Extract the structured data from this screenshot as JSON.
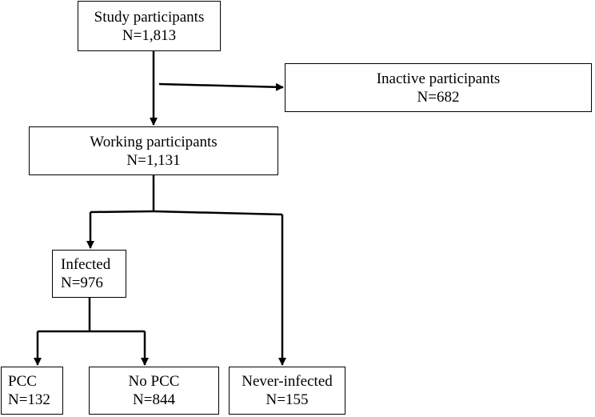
{
  "diagram": {
    "nodes": {
      "study": {
        "label": "Study participants",
        "count": "N=1,813"
      },
      "inactive": {
        "label": "Inactive participants",
        "count": "N=682"
      },
      "working": {
        "label": "Working participants",
        "count": "N=1,131"
      },
      "infected": {
        "label": "Infected",
        "count": "N=976"
      },
      "pcc": {
        "label": "PCC",
        "count": "N=132"
      },
      "no_pcc": {
        "label": "No PCC",
        "count": "N=844"
      },
      "never_infected": {
        "label": "Never-infected",
        "count": "N=155"
      }
    },
    "edges": [
      {
        "from": "study",
        "to": "inactive"
      },
      {
        "from": "study",
        "to": "working"
      },
      {
        "from": "working",
        "to": "infected"
      },
      {
        "from": "working",
        "to": "never_infected"
      },
      {
        "from": "infected",
        "to": "pcc"
      },
      {
        "from": "infected",
        "to": "no_pcc"
      }
    ],
    "colors": {
      "line": "#000000",
      "box_border": "#000000",
      "background": "#ffffff"
    }
  }
}
